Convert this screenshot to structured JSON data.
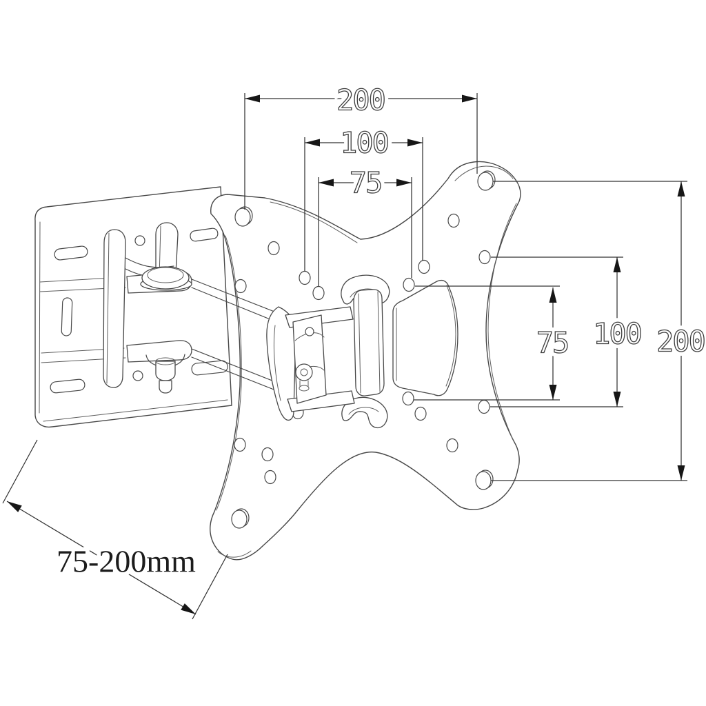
{
  "dimensions": {
    "top_outer": "200",
    "top_middle": "100",
    "top_inner": "75",
    "right_inner": "75",
    "right_middle": "100",
    "right_outer": "200",
    "arm_range": "75-200mm"
  },
  "colors": {
    "line": "#474747",
    "dimension_line": "#333333",
    "arrow": "#161616",
    "background": "#ffffff"
  }
}
